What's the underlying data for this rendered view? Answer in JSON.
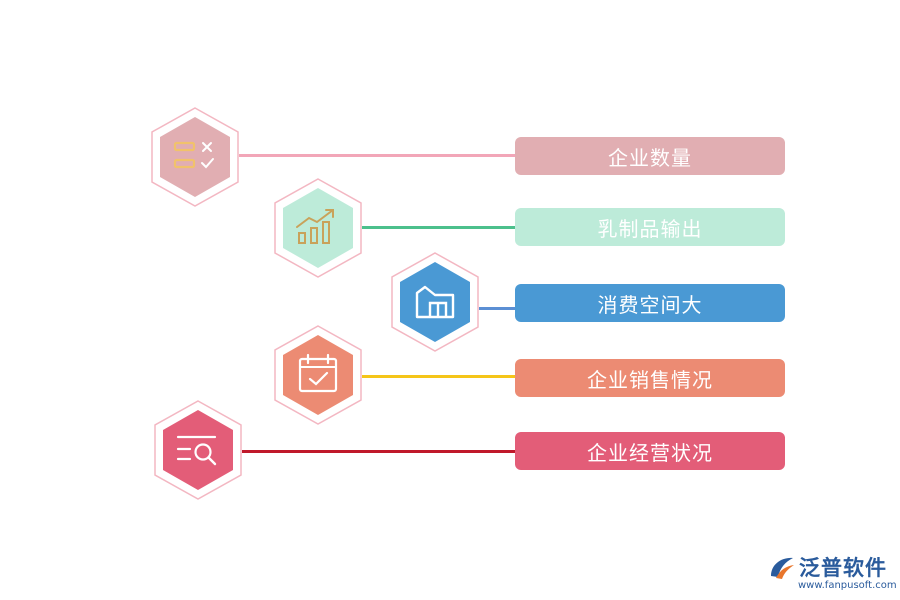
{
  "items": [
    {
      "label": "企业数量",
      "icon": "checklist-icon",
      "color": "#e1aeb2",
      "line_color": "#f2a6b8"
    },
    {
      "label": "乳制品输出",
      "icon": "bar-chart-growth-icon",
      "color": "#bdebd9",
      "line_color": "#4cc08c"
    },
    {
      "label": "消费空间大",
      "icon": "warehouse-icon",
      "color": "#4a99d4",
      "line_color": "#5b8fd4"
    },
    {
      "label": "企业销售情况",
      "icon": "calendar-check-icon",
      "color": "#ec8b73",
      "line_color": "#f5c518"
    },
    {
      "label": "企业经营状况",
      "icon": "search-list-icon",
      "color": "#e35d78",
      "line_color": "#c0182a"
    }
  ],
  "logo": {
    "name": "泛普软件",
    "url": "www.fanpusoft.com",
    "color": "#2a5b9c"
  }
}
